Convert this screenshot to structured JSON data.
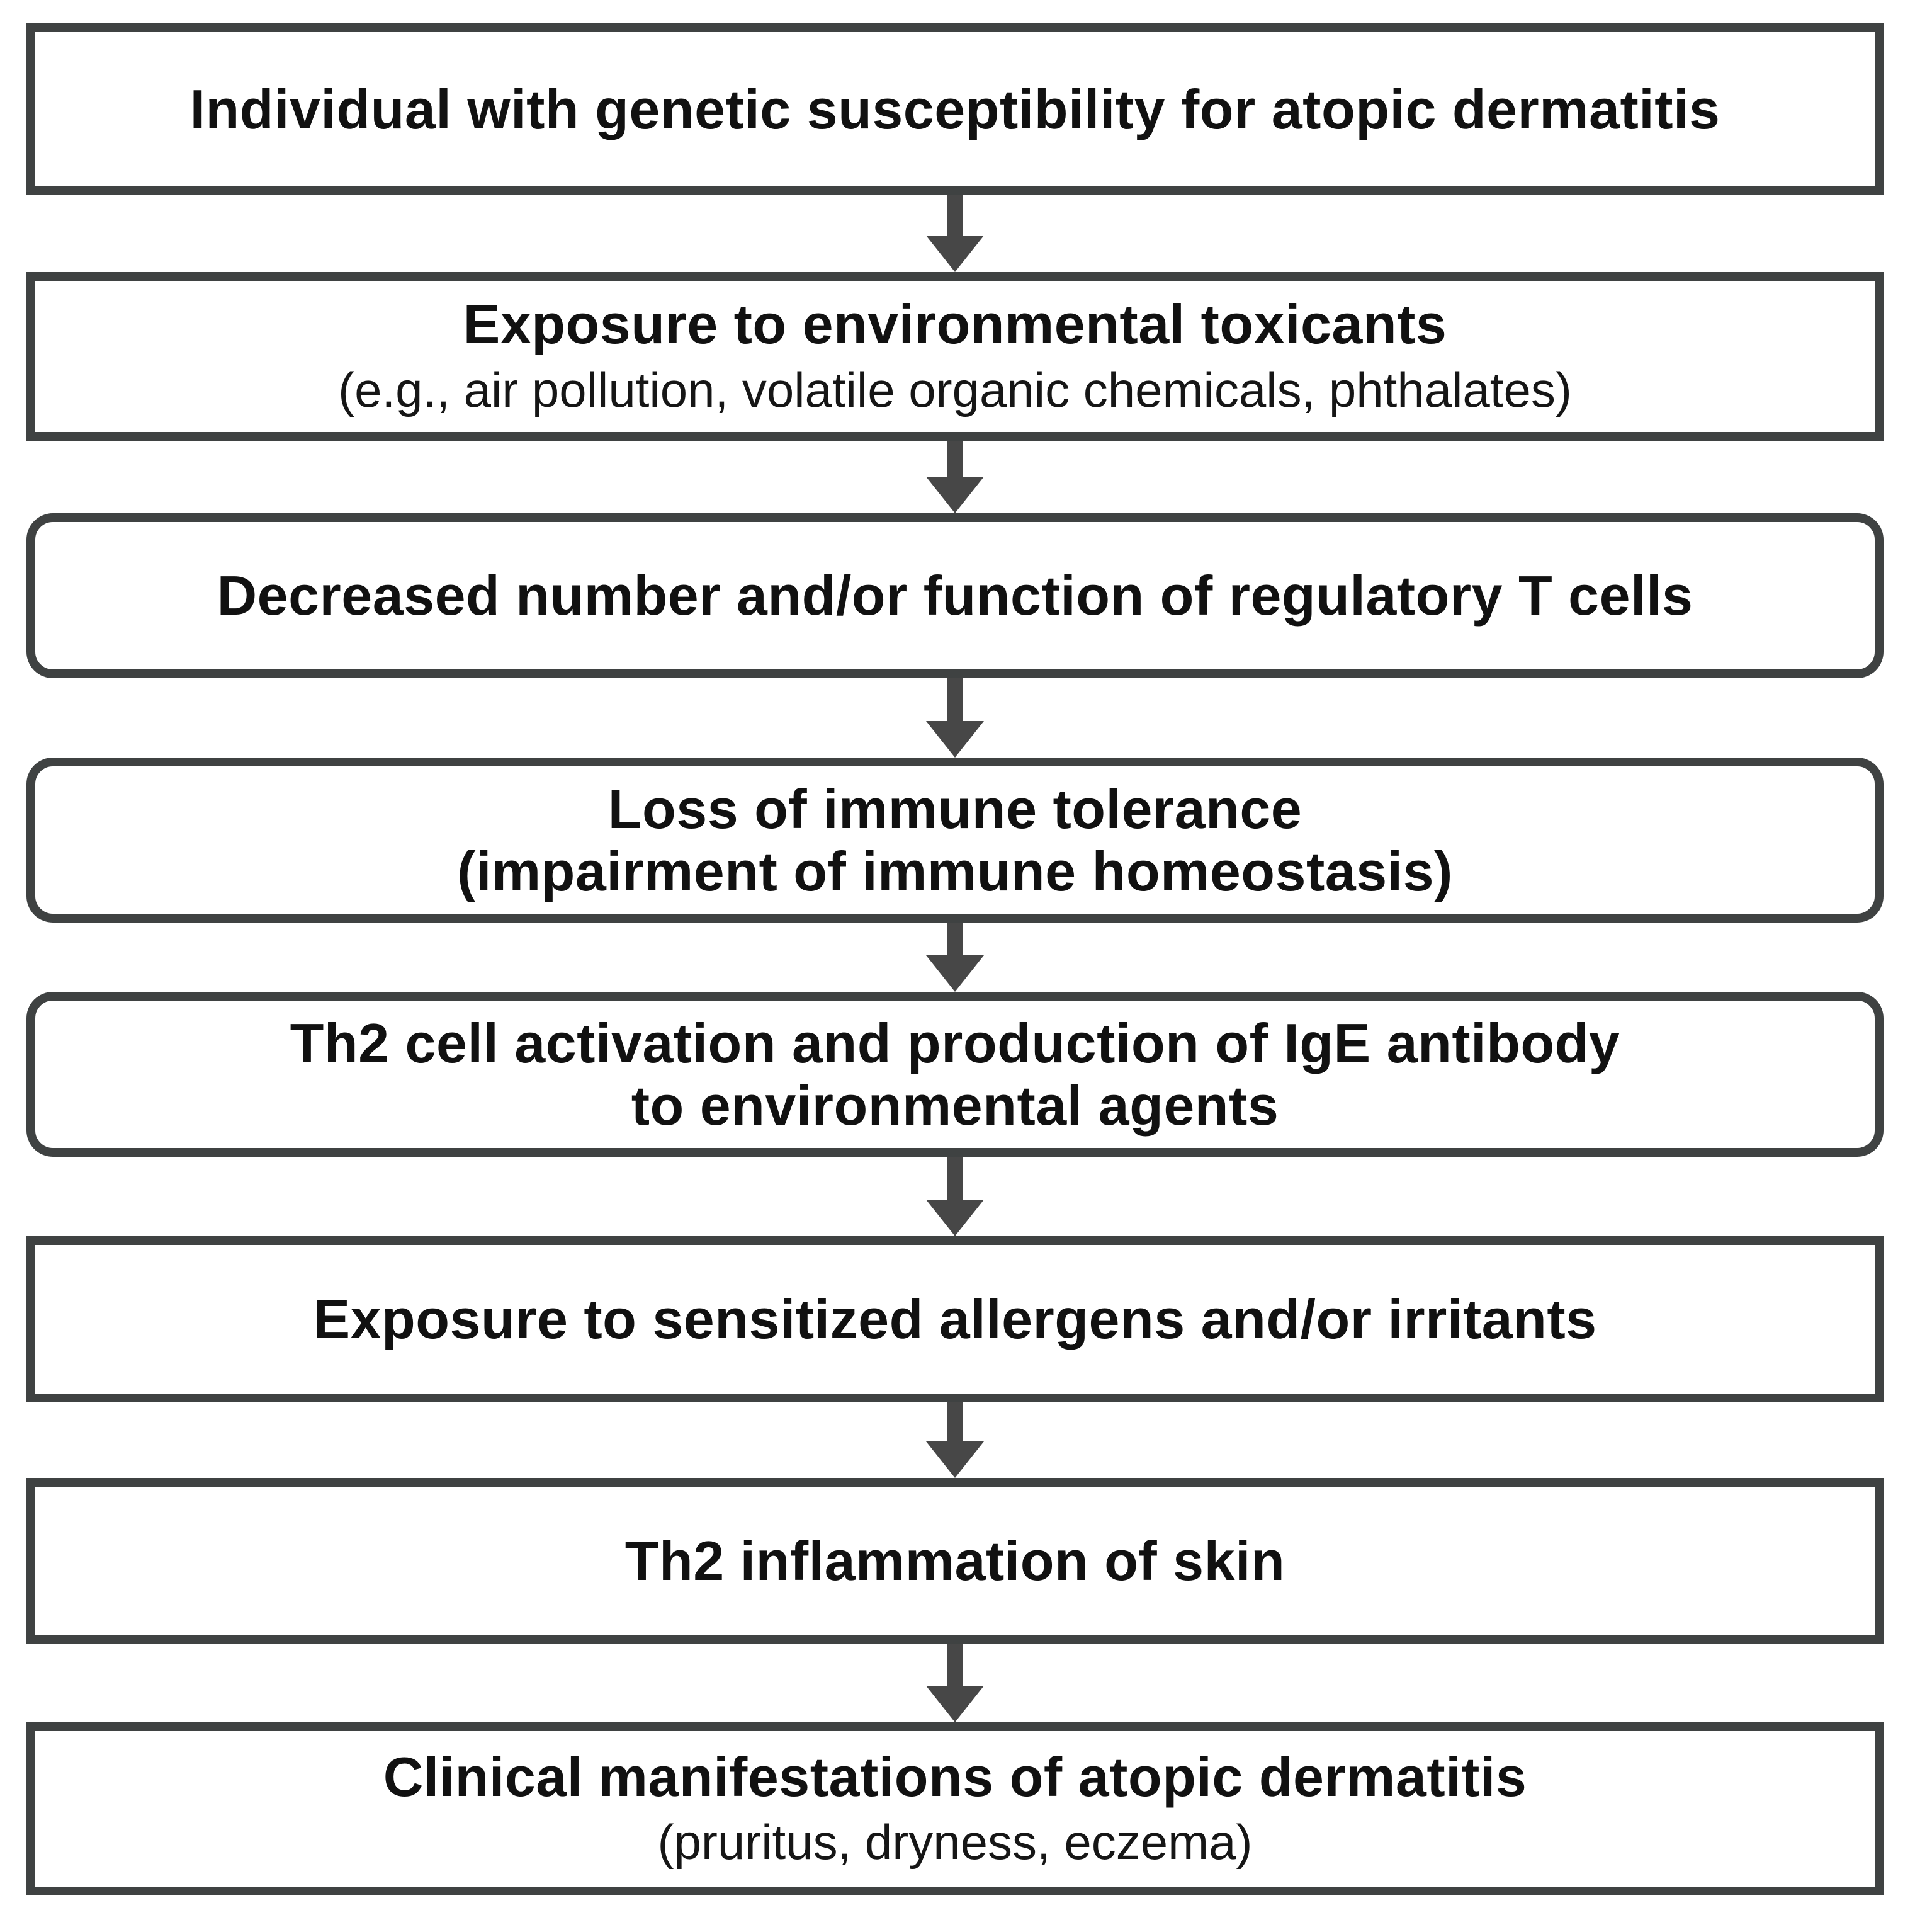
{
  "flow": {
    "steps": [
      {
        "line1": "Individual with genetic susceptibility for atopic dermatitis"
      },
      {
        "line1": "Exposure to environmental toxicants",
        "subtitle": "(e.g., air pollution, volatile organic chemicals, phthalates)"
      },
      {
        "line1": "Decreased number and/or function of regulatory T cells"
      },
      {
        "line1": "Loss of immune tolerance",
        "line2": "(impairment of immune homeostasis)"
      },
      {
        "line1": "Th2 cell activation and production of IgE antibody",
        "line2": "to environmental agents"
      },
      {
        "line1": "Exposure to sensitized allergens and/or irritants"
      },
      {
        "line1": "Th2 inflammation of skin"
      },
      {
        "line1": "Clinical manifestations of atopic dermatitis",
        "subtitle": "(pruritus, dryness, eczema)"
      }
    ],
    "colors": {
      "box_border": "#3f4242",
      "arrow": "#474747",
      "text": "#111111",
      "background": "#ffffff"
    }
  }
}
